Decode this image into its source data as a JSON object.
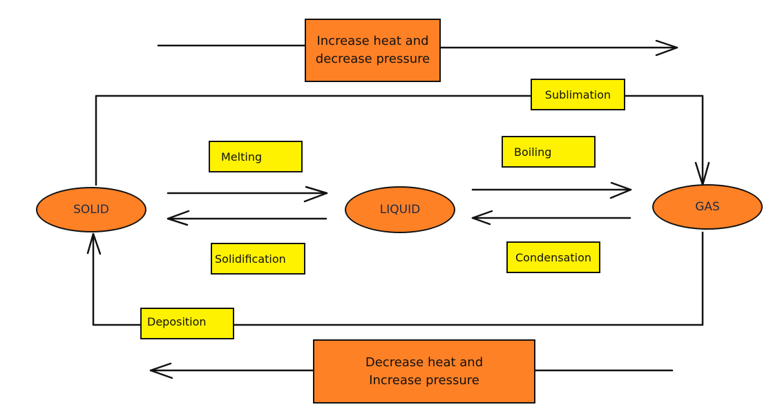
{
  "colors": {
    "state_fill": "#ff8126",
    "label_fill": "#fff200",
    "condition_fill": "#ff8126",
    "line": "#111111"
  },
  "conditions": {
    "top": {
      "line1": "Increase heat and",
      "line2": "decrease pressure",
      "direction": "right"
    },
    "bottom": {
      "line1": "Decrease heat and",
      "line2": "Increase pressure",
      "direction": "left"
    }
  },
  "states": {
    "solid": "SOLID",
    "liquid": "LIQUID",
    "gas": "GAS"
  },
  "transitions": {
    "melting": {
      "label": "Melting",
      "from": "SOLID",
      "to": "LIQUID"
    },
    "solidification": {
      "label": "Solidification",
      "from": "LIQUID",
      "to": "SOLID"
    },
    "boiling": {
      "label": "Boiling",
      "from": "LIQUID",
      "to": "GAS"
    },
    "condensation": {
      "label": "Condensation",
      "from": "GAS",
      "to": "LIQUID"
    },
    "sublimation": {
      "label": "Sublimation",
      "from": "SOLID",
      "to": "GAS"
    },
    "deposition": {
      "label": "Deposition",
      "from": "GAS",
      "to": "SOLID"
    }
  }
}
